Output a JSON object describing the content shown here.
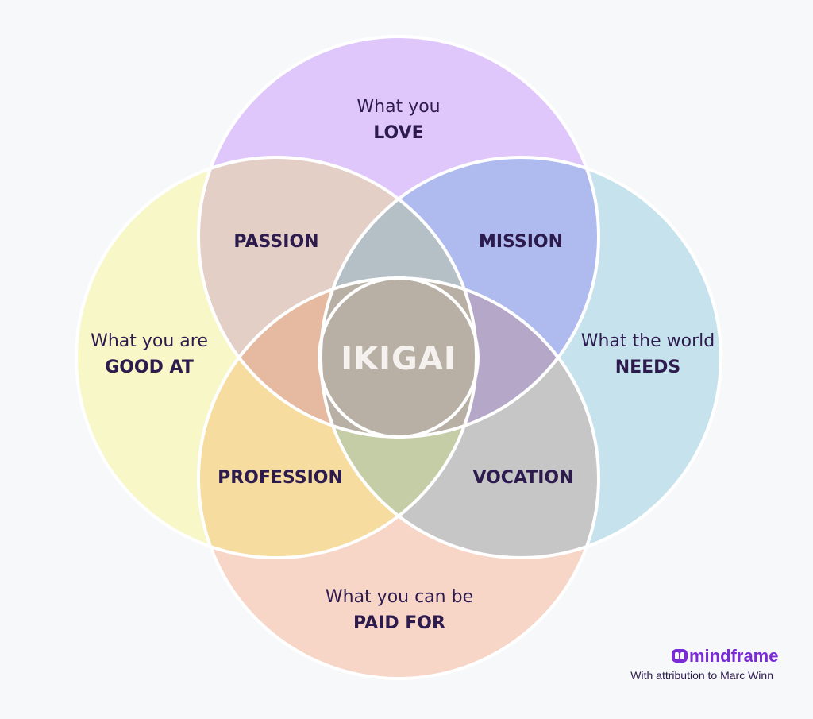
{
  "colors": {
    "background": "#f7f8fa",
    "love": "#dfc7fb",
    "good_at": "#f7f7c8",
    "needs": "#c6e3ed",
    "paid_for": "#f7d5c7",
    "passion": "#e4cfc7",
    "mission": "#afbbee",
    "profession": "#f7dc9f",
    "vocation": "#c6c6c6",
    "love_needs_good": "#b5c0c6",
    "good_paid_love": "#e6baa0",
    "love_needs_paid": "#b5a7c8",
    "good_paid_needs": "#c4cda6",
    "ikigai": "#b8b0a4",
    "outline": "#ffffff",
    "text": "#2d1b4e",
    "brand": "#7a2bd6"
  },
  "circles": {
    "love": {
      "line1": "What you",
      "line2": "LOVE"
    },
    "good_at": {
      "line1": "What you are",
      "line2": "GOOD AT"
    },
    "needs": {
      "line1": "What the world",
      "line2": "NEEDS"
    },
    "paid_for": {
      "line1": "What you can be",
      "line2": "PAID FOR"
    }
  },
  "overlaps": {
    "passion": "PASSION",
    "mission": "MISSION",
    "profession": "PROFESSION",
    "vocation": "VOCATION"
  },
  "center": "IKIGAI",
  "brand": {
    "name": "mindframe",
    "logo_icon": "m-logo-icon",
    "attribution": "With attribution to Marc Winn"
  }
}
